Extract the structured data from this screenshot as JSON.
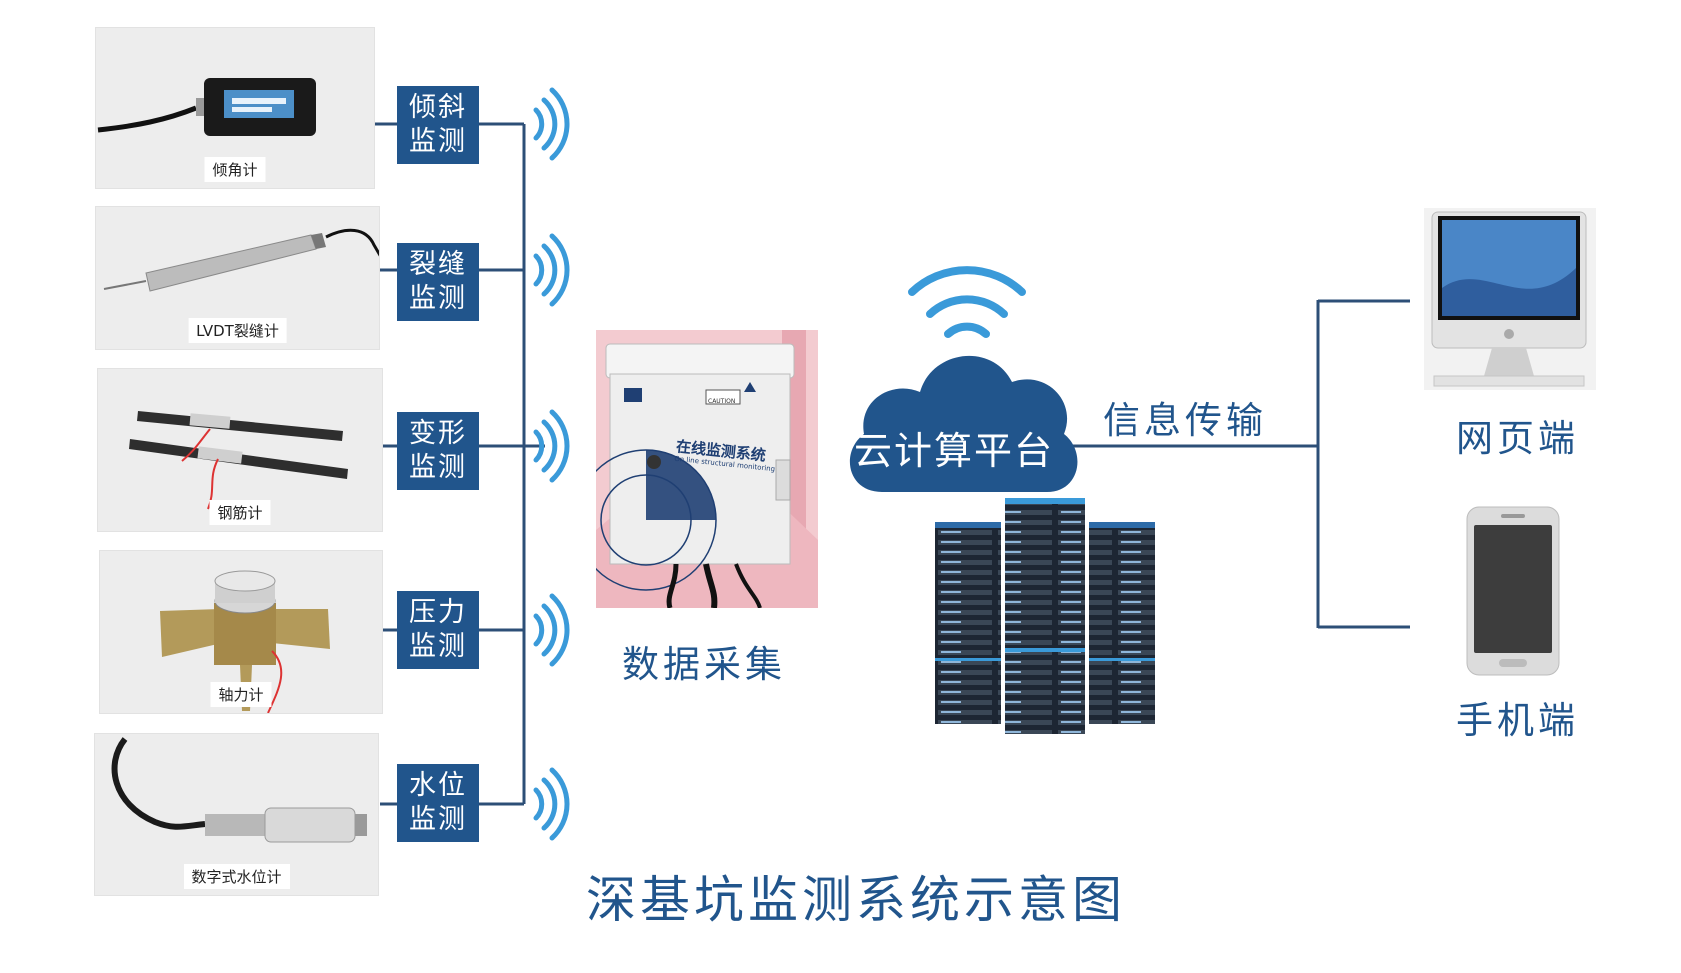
{
  "title": "深基坑监测系统示意图",
  "sensors": [
    {
      "caption": "倾角计",
      "label_line1": "倾斜",
      "label_line2": "监测"
    },
    {
      "caption": "LVDT裂缝计",
      "label_line1": "裂缝",
      "label_line2": "监测"
    },
    {
      "caption": "钢筋计",
      "label_line1": "变形",
      "label_line2": "监测"
    },
    {
      "caption": "轴力计",
      "label_line1": "压力",
      "label_line2": "监测"
    },
    {
      "caption": "数字式水位计",
      "label_line1": "水位",
      "label_line2": "监测"
    }
  ],
  "collector": {
    "label": "数据采集",
    "box_title": "在线监测系统",
    "box_subtitle": "On line structural monitoring",
    "caution_text": "CAUTION"
  },
  "cloud": {
    "label": "云计算平台"
  },
  "transmission": {
    "label": "信息传输"
  },
  "clients": [
    {
      "label": "网页端"
    },
    {
      "label": "手机端"
    }
  ],
  "colors": {
    "accent": "#21558c",
    "wave": "#3a9ad9",
    "line": "#2d4f77"
  }
}
